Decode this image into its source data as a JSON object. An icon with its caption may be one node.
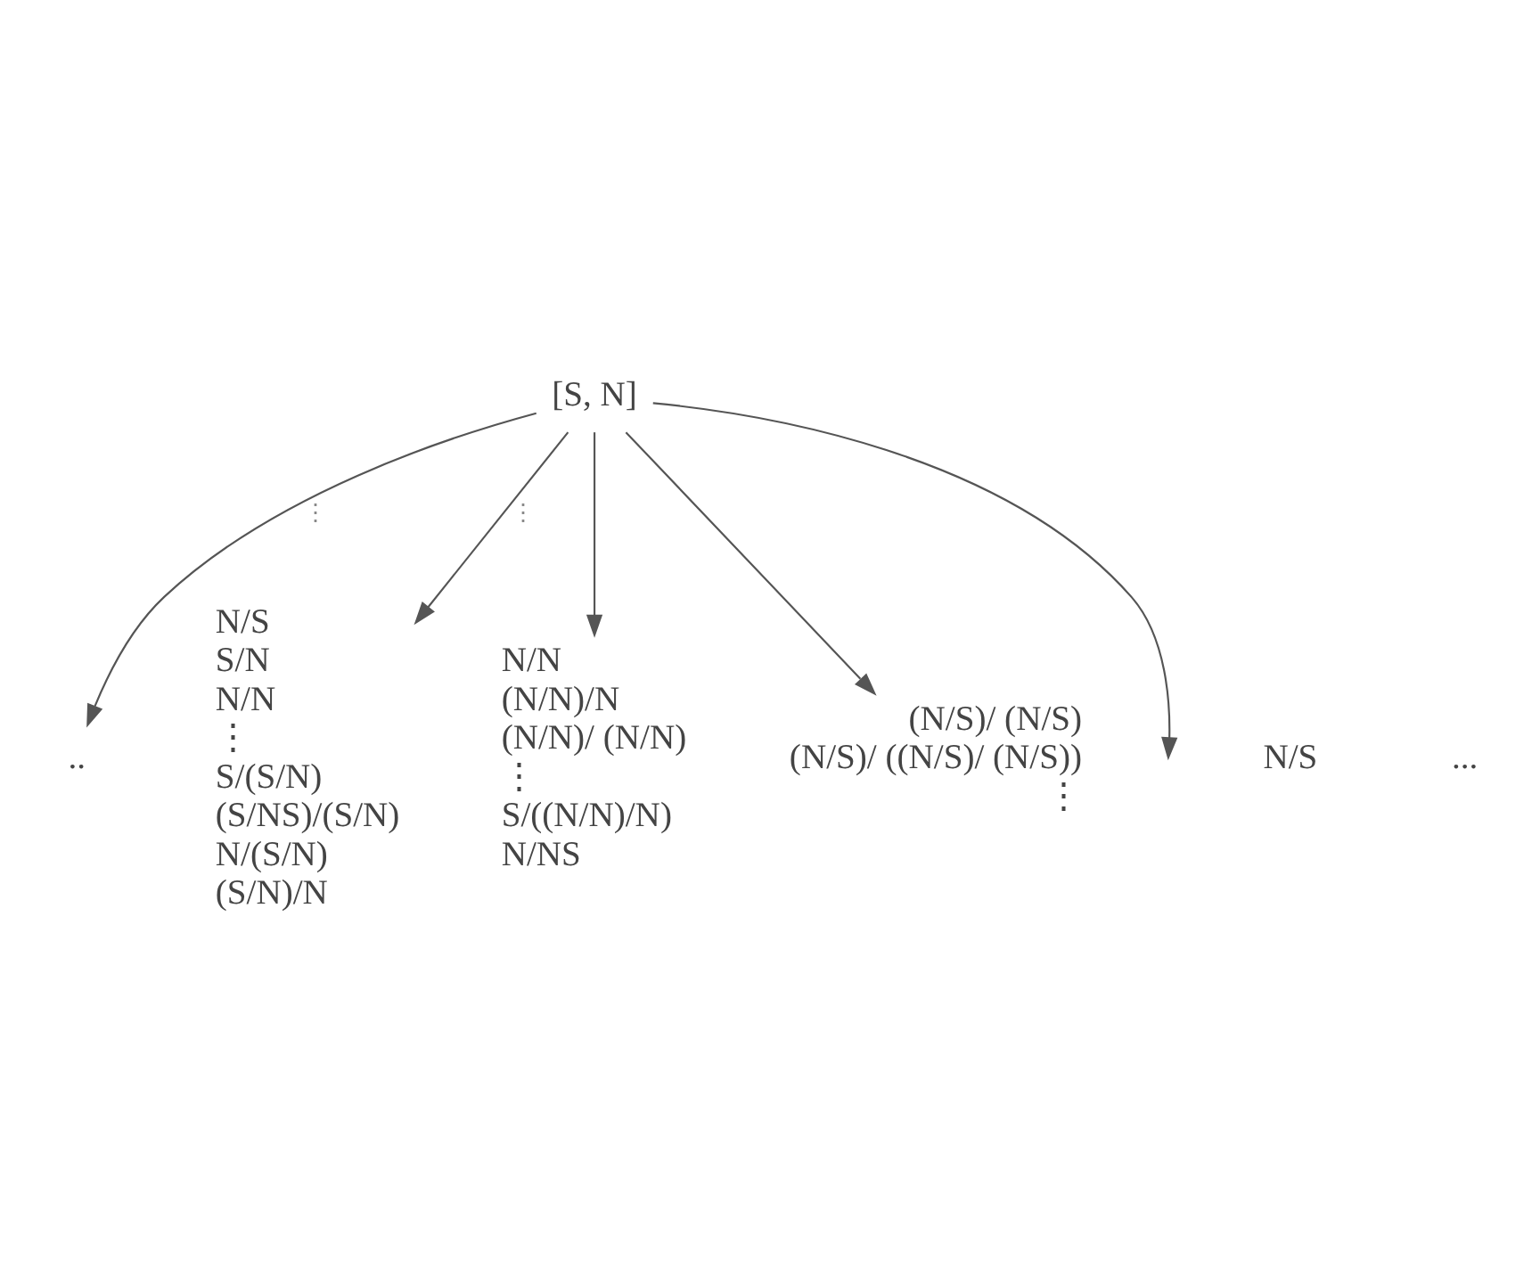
{
  "diagram": {
    "nodes": [
      {
        "text": [
          "[S, N]"
        ]
      },
      {
        "text": [
          ".."
        ]
      },
      {
        "text": [
          "N/S",
          "S/N",
          "N/N",
          "⋮",
          "S/(S/N)",
          "(S/NS)/(S/N)",
          "N/(S/N)",
          "(S/N)/N"
        ]
      },
      {
        "text": [
          "N/N",
          "(N/N)/N",
          "(N/N)/ (N/N)",
          "⋮",
          "S/((N/N)/N)",
          "N/NS"
        ]
      },
      {
        "text": [
          "(N/S)/ (N/S)",
          "(N/S)/ ((N/S)/ (N/S))",
          "⋮"
        ]
      }
    ],
    "edges": [
      {
        "from": 0,
        "to": null,
        "arrow": "to"
      },
      {
        "from": 0,
        "to": 1,
        "arrow": "to",
        "label": "⋮"
      },
      {
        "from": 0,
        "to": 2,
        "arrow": "to",
        "label": "⋮"
      },
      {
        "from": 0,
        "to": 3,
        "arrow": "to"
      },
      {
        "from": 0,
        "to": 4,
        "arrow": "to"
      }
    ],
    "labels": [
      "N/S",
      "..."
    ]
  }
}
